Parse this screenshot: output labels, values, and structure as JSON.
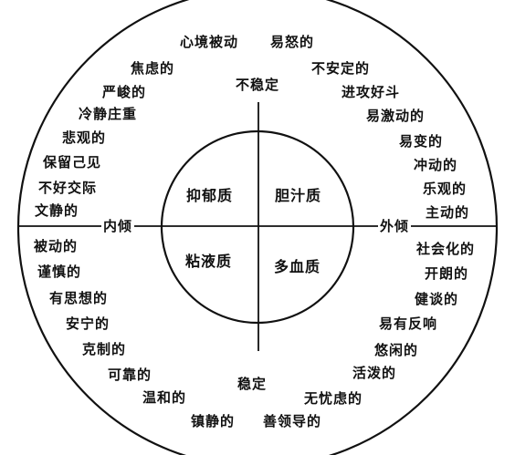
{
  "diagram": {
    "axes": {
      "top": "不稳定",
      "bottom": "稳定",
      "left": "内倾",
      "right": "外倾"
    },
    "quadrants": {
      "top_left": "抑郁质",
      "top_right": "胆汁质",
      "bottom_left": "粘液质",
      "bottom_right": "多血质"
    },
    "traits": {
      "upper_left": [
        "心境被动",
        "焦虑的",
        "严峻的",
        "冷静庄重",
        "悲观的",
        "保留己见",
        "不好交际",
        "文静的"
      ],
      "upper_right": [
        "易怒的",
        "不安定的",
        "进攻好斗",
        "易激动的",
        "易变的",
        "冲动的",
        "乐观的",
        "主动的"
      ],
      "lower_left": [
        "被动的",
        "谨慎的",
        "有思想的",
        "安宁的",
        "克制的",
        "可靠的",
        "温和的",
        "镇静的"
      ],
      "lower_right": [
        "社会化的",
        "开朗的",
        "健谈的",
        "易有反响",
        "悠闲的",
        "活泼的",
        "无忧虑的",
        "善领导的"
      ]
    }
  }
}
